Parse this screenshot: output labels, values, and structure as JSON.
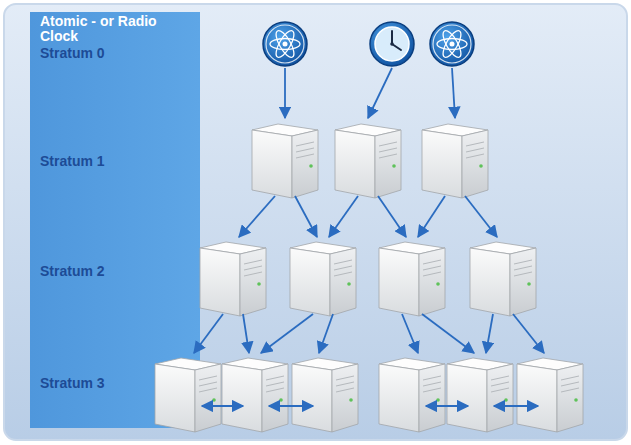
{
  "diagram": {
    "nodes": [
      {
        "text": [
          "Atomic - or Radio Clock",
          "Stratum 0",
          "Stratum 1",
          "Stratum 2",
          "Stratum 3"
        ]
      }
    ]
  }
}
